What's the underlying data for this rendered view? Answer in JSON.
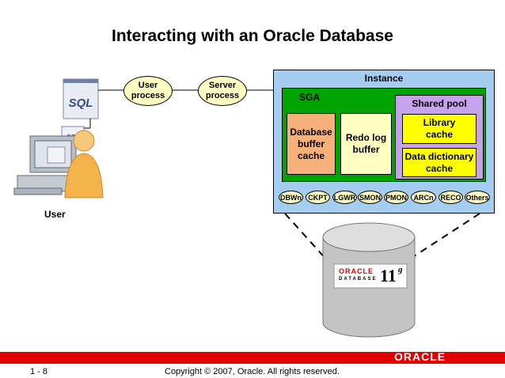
{
  "title": "Interacting with an Oracle Database",
  "user_process": "User process",
  "server_process": "Server process",
  "instance": "Instance",
  "sga": "SGA",
  "shared_pool": "Shared pool",
  "database_buffer_cache": "Database buffer cache",
  "redo_log_buffer": "Redo log buffer",
  "library_cache": "Library cache",
  "data_dictionary_cache": "Data dictionary cache",
  "background_processes": [
    "DBWn",
    "CKPT",
    "LGWR",
    "SMON",
    "PMON",
    "ARCn",
    "RECO",
    "Others"
  ],
  "user_label": "User",
  "sql_label": "SQL",
  "db_brand": "ORACLE",
  "db_sub": "DATABASE",
  "db_version": "11",
  "db_version_sup": "g",
  "footer": {
    "page": "1 - 8",
    "copyright": "Copyright © 2007, Oracle. All rights reserved.",
    "brand": "ORACLE"
  },
  "colors": {
    "instance": "#a5cdf0",
    "sga": "#00a400",
    "shared_pool": "#c6a2ec",
    "buffer_cache": "#f6b07a",
    "process": "#ffffc4",
    "cache": "#ffff00",
    "footer_bar": "#e00000"
  }
}
